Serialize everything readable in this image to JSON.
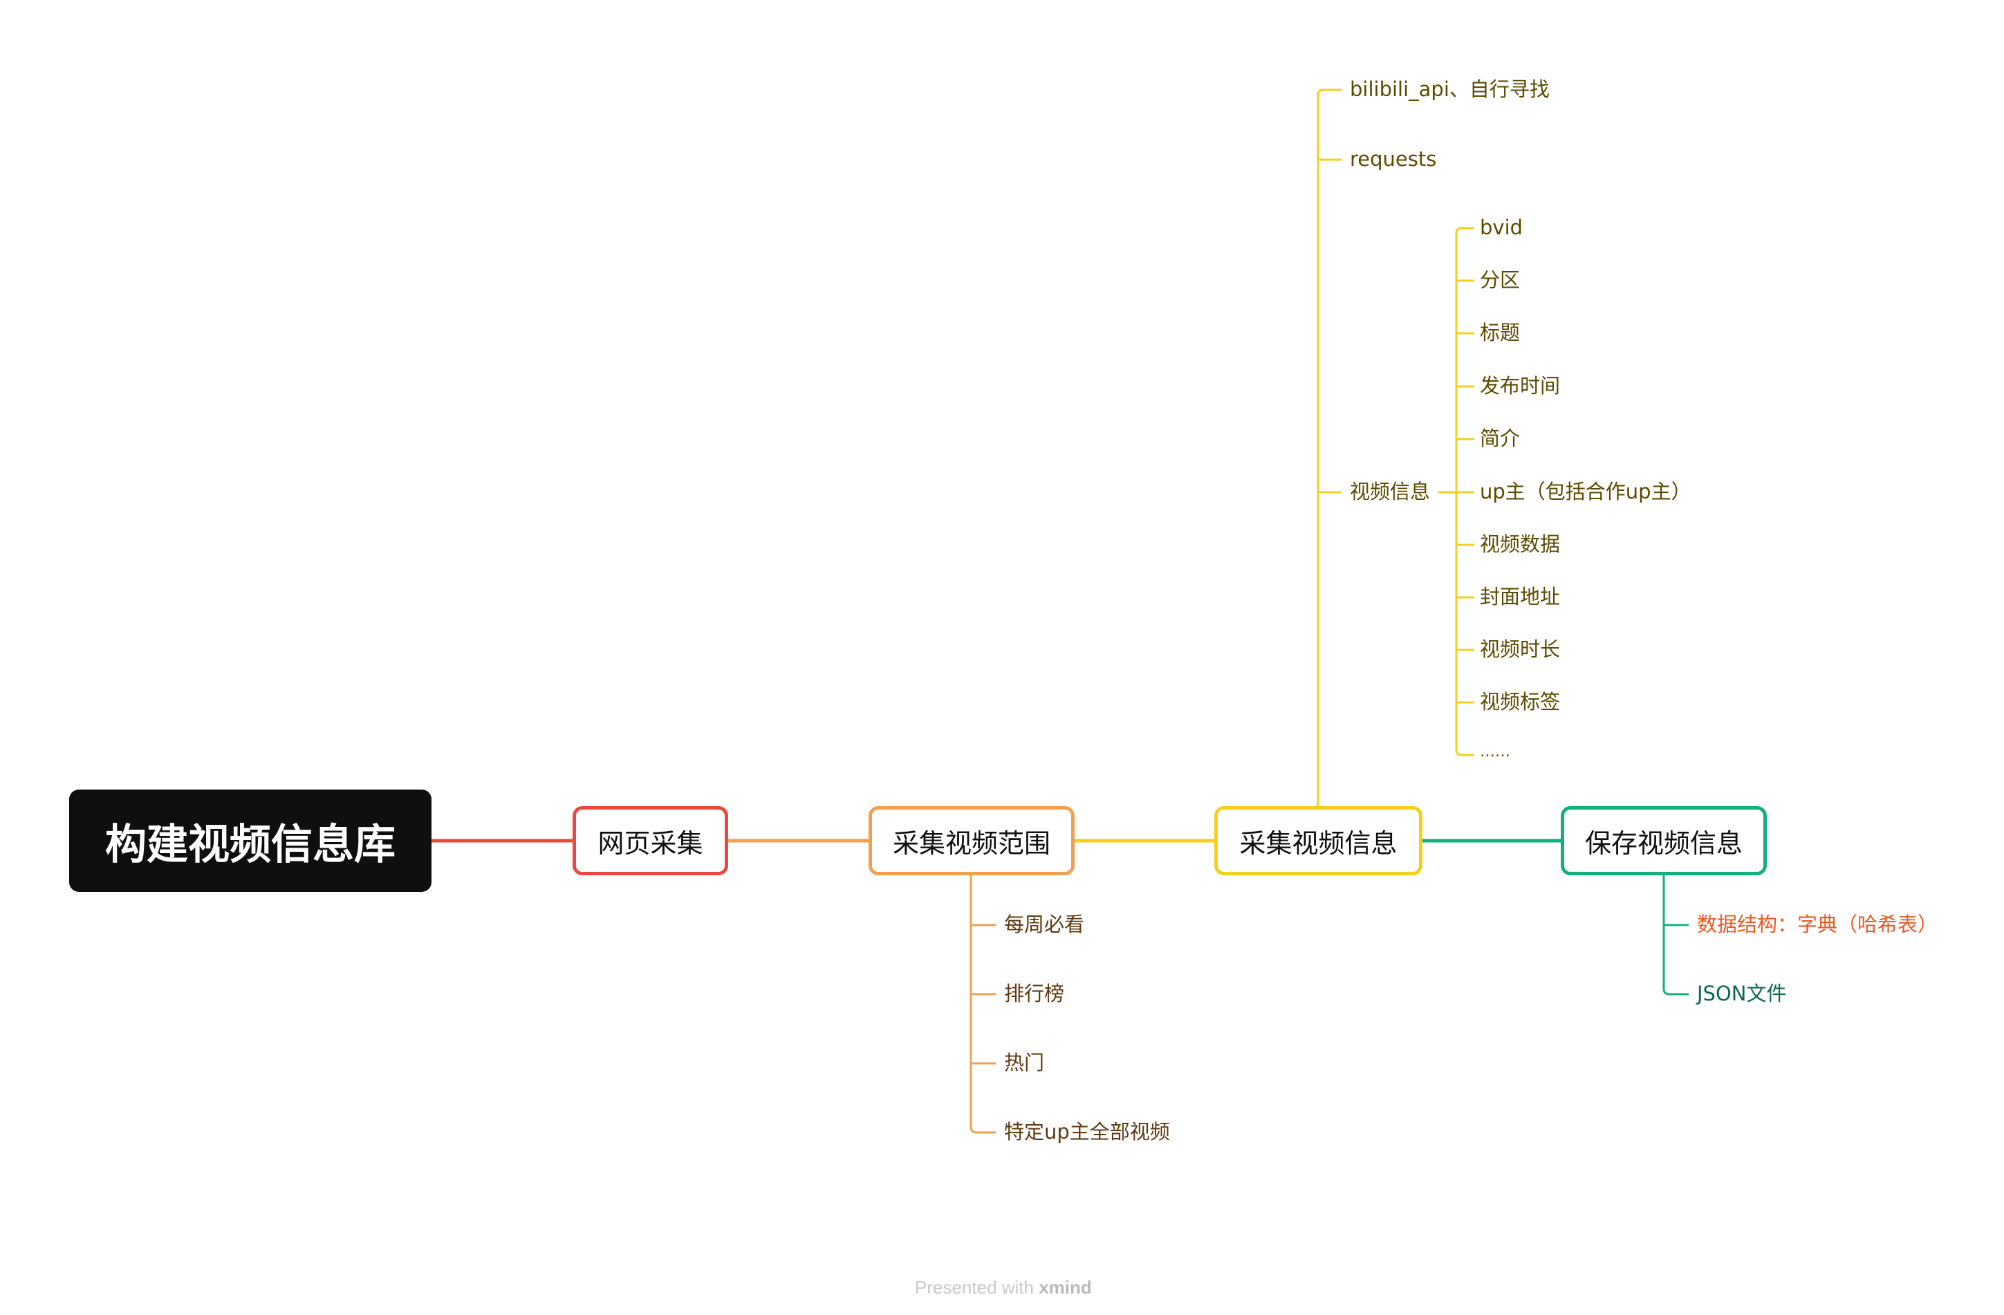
{
  "root": {
    "title": "构建视频信息库"
  },
  "nodes": {
    "web": "网页采集",
    "scope": "采集视频范围",
    "info": "采集视频信息",
    "save": "保存视频信息"
  },
  "scope_children": [
    "每周必看",
    "排行榜",
    "热门",
    "特定up主全部视频"
  ],
  "info_children": {
    "api": "bilibili_api、自行寻找",
    "requests": "requests",
    "video_info": "视频信息",
    "fields": [
      "bvid",
      "分区",
      "标题",
      "发布时间",
      "简介",
      "up主（包括合作up主）",
      "视频数据",
      "封面地址",
      "视频时长",
      "视频标签",
      "……"
    ]
  },
  "save_children": [
    "数据结构：字典（哈希表）",
    "JSON文件"
  ],
  "footer": {
    "prefix": "Presented with ",
    "brand": "xmind"
  },
  "colors": {
    "red": "#e84a3f",
    "orange": "#f0a050",
    "yellow": "#f2d01e",
    "green": "#12b07c"
  }
}
